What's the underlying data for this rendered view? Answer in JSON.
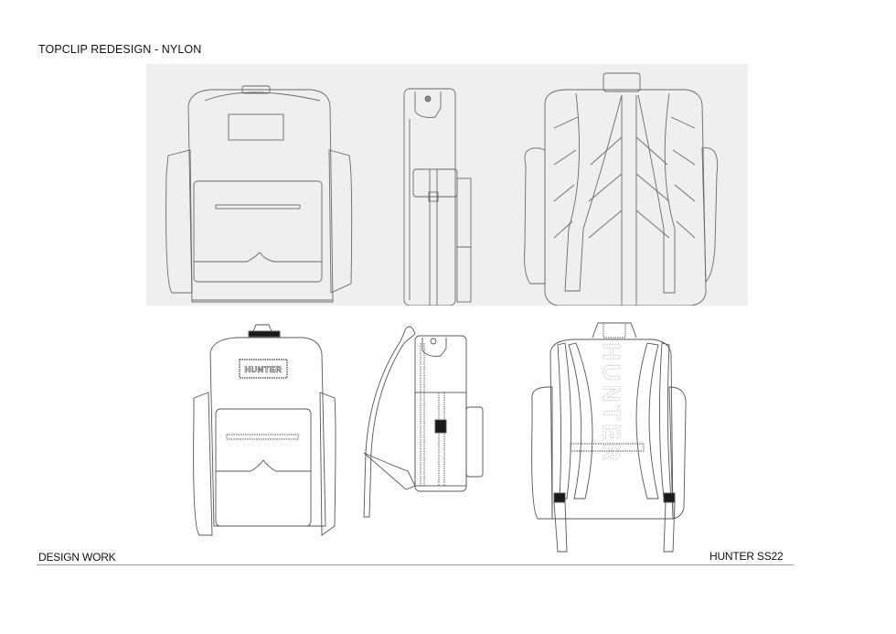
{
  "page": {
    "title": "TOPCLIP REDESIGN - NYLON",
    "footer_left": "DESIGN WORK",
    "footer_right": "HUNTER SS22"
  },
  "sketch_panel": {
    "background": "#efefef",
    "views": [
      {
        "name": "front",
        "label": "Front view sketch"
      },
      {
        "name": "side",
        "label": "Side view sketch"
      },
      {
        "name": "back",
        "label": "Back view sketch"
      }
    ]
  },
  "technical_drawings": {
    "brand_label": "HUNTER",
    "views": [
      {
        "name": "front",
        "label": "Front technical drawing"
      },
      {
        "name": "side",
        "label": "Side technical drawing"
      },
      {
        "name": "back",
        "label": "Back technical drawing"
      }
    ]
  },
  "colors": {
    "text": "#111111",
    "rule": "#9a9a9a",
    "line": "#555555",
    "dark_hardware": "#1a1a1a"
  }
}
